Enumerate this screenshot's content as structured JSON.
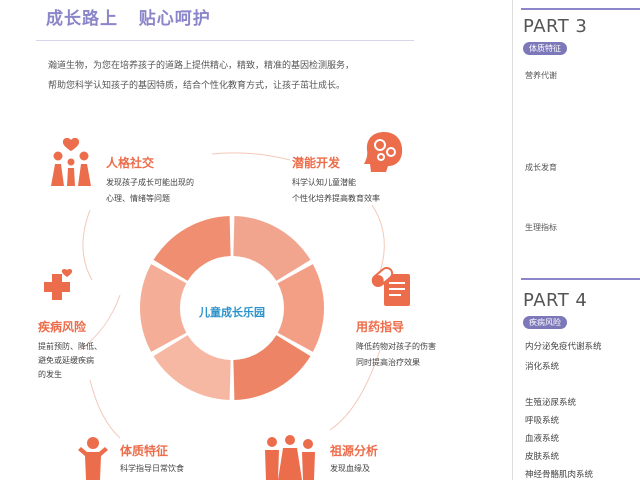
{
  "header": {
    "title": "成长路上   贴心呵护",
    "intro_line1": "瀚道生物，为您在培养孩子的道路上提供精心，精致，精准的基因检测服务，",
    "intro_line2": "帮助您科学认知孩子的基因特质，结合个性化教育方式，让孩子茁壮成长。"
  },
  "diagram": {
    "center_label": "儿童成长乐园",
    "segments": [
      {
        "title": "人格社交",
        "desc1": "发现孩子成长可能出现的",
        "desc2": "心理、情绪等问题",
        "icon": "family-heart-icon"
      },
      {
        "title": "潜能开发",
        "desc1": "科学认知儿童潜能",
        "desc2": "个性化培养提高教育效率",
        "icon": "brain-gears-icon"
      },
      {
        "title": "用药指导",
        "desc1": "降低药物对孩子的伤害",
        "desc2": "同时提高治疗效果",
        "icon": "pill-document-icon"
      },
      {
        "title": "疾病风险",
        "desc1": "提前预防、降低、",
        "desc2": "避免或延缓疾病",
        "desc3": "的发生",
        "icon": "medical-cross-icon"
      },
      {
        "title": "体质特征",
        "desc1": "科学指导日常饮食",
        "icon": "child-figure-icon"
      },
      {
        "title": "祖源分析",
        "desc1": "发现血缘及",
        "icon": "ancestry-figures-icon"
      }
    ]
  },
  "right": {
    "part3": {
      "heading": "PART 3",
      "badge": "体质特征",
      "items": [
        "营养代谢",
        "成长发育",
        "生理指标"
      ]
    },
    "part4": {
      "heading": "PART 4",
      "badge": "疾病风险",
      "items": [
        "内分泌免疫代谢系统",
        "消化系统",
        "生殖泌尿系统",
        "呼吸系统",
        "血液系统",
        "皮肤系统",
        "神经骨骼肌肉系统"
      ]
    }
  },
  "colors": {
    "accent_purple": "#8b86c9",
    "accent_orange": "#ec6d4b",
    "center_blue": "#2b93c9"
  }
}
